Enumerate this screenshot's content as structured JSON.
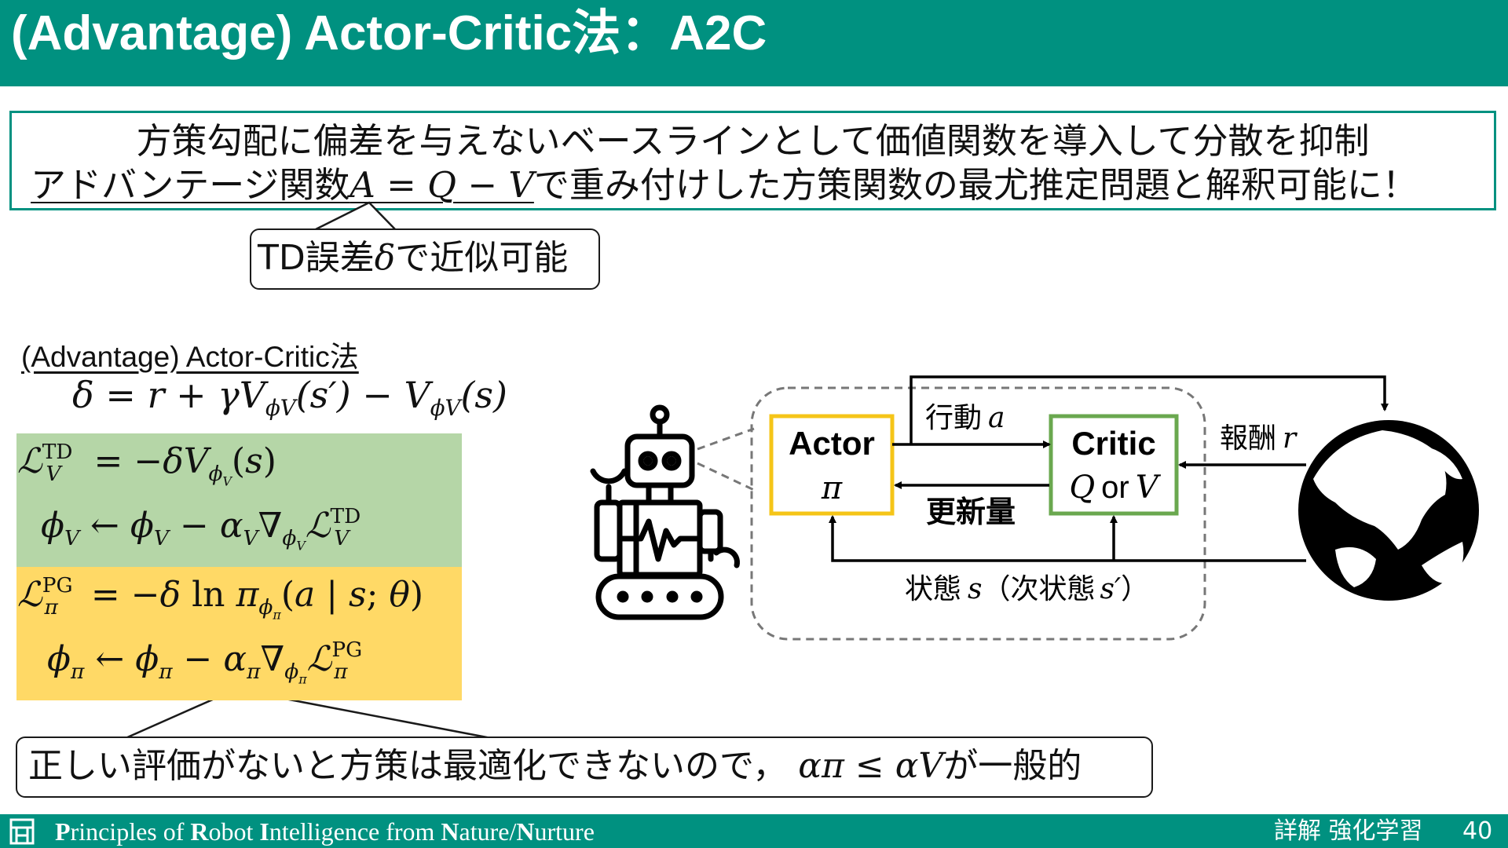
{
  "header": {
    "title": "(Advantage) Actor-Critic法：A2C"
  },
  "statement": {
    "line1": "方策勾配に偏差を与えないベースラインとして価値関数を導入して分散を抑制",
    "line2_underlined": "アドバンテージ関数",
    "line2_formula": "A = Q − V",
    "line2_rest": "で重み付けした方策関数の最尤推定問題と解釈可能に！"
  },
  "td_callout": {
    "prefix": "TD誤差",
    "symbol": "δ",
    "suffix": "で近似可能"
  },
  "method": {
    "heading": "(Advantage) Actor-Critic法",
    "delta_eq": "δ = r + γV",
    "delta_eq_sub": "ϕV",
    "delta_eq_mid": "(s′) − V",
    "delta_eq_sub2": "ϕV",
    "delta_eq_end": "(s)"
  },
  "diagram": {
    "actor_title": "Actor",
    "actor_symbol": "π",
    "critic_title": "Critic",
    "critic_q": "Q",
    "critic_or": "or",
    "critic_v": "V",
    "action_label": "行動",
    "action_var": "a",
    "update_label": "更新量",
    "reward_label": "報酬",
    "reward_var": "r",
    "state_label": "状態",
    "state_var": "s",
    "next_state_open": "（次状態",
    "next_state_var": "s′",
    "next_state_close": "）"
  },
  "bottom_callout": {
    "text": "正しい評価がないと方策は最適化できないので，",
    "formula": "απ ≤ αV",
    "suffix": "が一般的"
  },
  "footer": {
    "brand_parts": [
      "P",
      "rinciples of ",
      "R",
      "obot ",
      "I",
      "ntelligence from ",
      "N",
      "ature/",
      "N",
      "urture"
    ],
    "book": "詳解 強化学習",
    "page": "40"
  },
  "colors": {
    "teal": "#009180",
    "green": "#b5d6a7",
    "yellow": "#ffd966",
    "actor_border": "#f5c518",
    "critic_border": "#6aa84f"
  }
}
